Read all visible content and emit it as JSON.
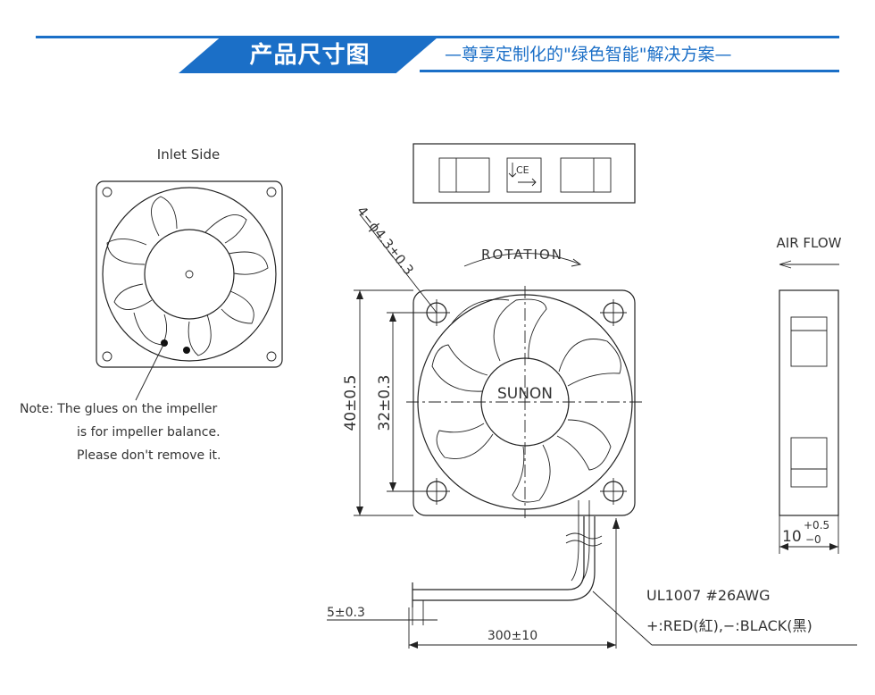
{
  "header": {
    "title": "产品尺寸图",
    "subtitle": "—尊享定制化的\"绿色智能\"解决方案—"
  },
  "inlet": {
    "label": "Inlet Side"
  },
  "note": {
    "line1": "Note:  The  glues  on  the  impeller",
    "line2": "is  for  impeller  balance.",
    "line3": "Please  don't  remove  it."
  },
  "front": {
    "hole_callout": "4−ϕ4.3±0.3",
    "rotation": "ROTATION",
    "brand": "SUNON",
    "dim_outer": "40±0.5",
    "dim_pitch": "32±0.3"
  },
  "side": {
    "airflow": "AIR  FLOW",
    "thickness_main": "10",
    "thickness_plus": "+0.5",
    "thickness_minus": "−0"
  },
  "wire": {
    "strip": "5±0.3",
    "length": "300±10",
    "spec1": "UL1007   #26AWG",
    "spec2": "+:RED(紅),−:BLACK(黑)"
  },
  "colors": {
    "accent": "#1b6fc7",
    "line": "#222222"
  }
}
